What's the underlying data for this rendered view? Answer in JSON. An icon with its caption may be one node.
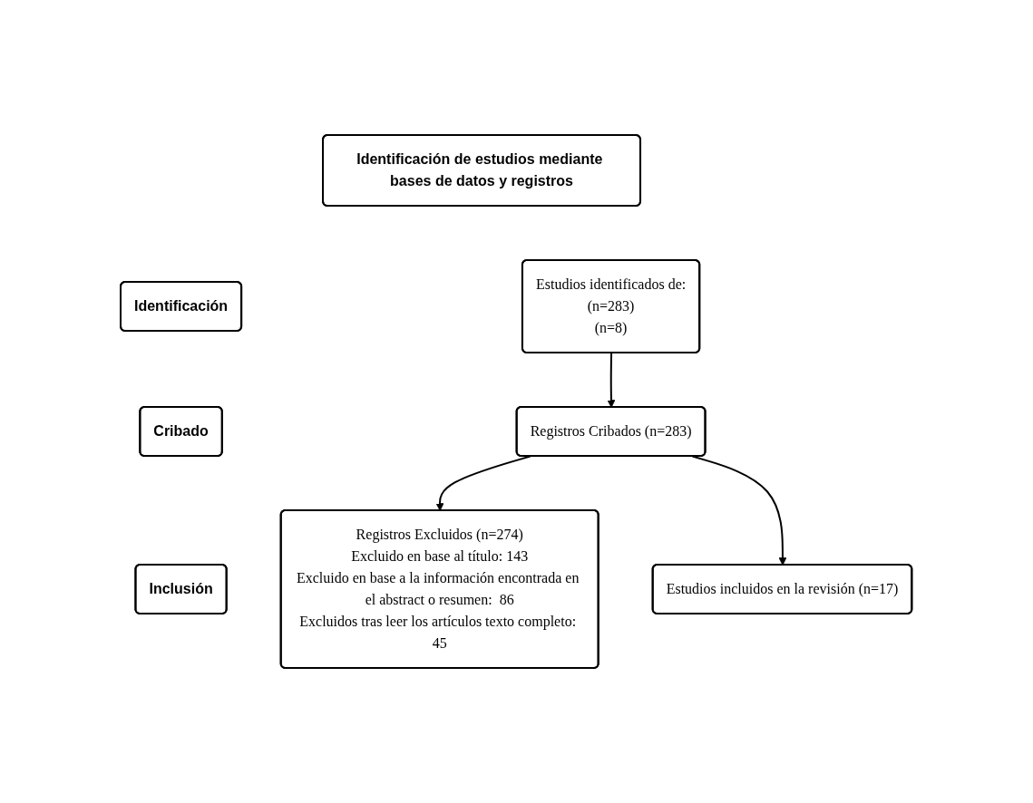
{
  "diagram": {
    "nodes": [
      {
        "text": [
          "Identificación de estudios mediante bases de datos y registros"
        ]
      },
      {
        "text": [
          "Identificación"
        ]
      },
      {
        "text": [
          "Estudios identificados de:",
          "(n=283)",
          "(n=8)"
        ]
      },
      {
        "text": [
          "Cribado"
        ]
      },
      {
        "text": [
          "Registros Cribados (n=283)"
        ]
      },
      {
        "text": [
          "Registros Excluidos (n=274)",
          "Excluido en base al título: 143",
          "Excluido en base a la información encontrada en el abstract o resumen:  86",
          "Excluidos tras leer los artículos texto completo: 45"
        ]
      },
      {
        "text": [
          "Inclusión"
        ]
      },
      {
        "text": [
          "Estudios incluidos en la revisión (n=17)"
        ]
      }
    ],
    "edges": [
      {
        "from": 2,
        "to": 4,
        "arrow": "to"
      },
      {
        "from": 4,
        "to": 5,
        "arrow": "to"
      },
      {
        "from": 4,
        "to": 7,
        "arrow": "to"
      }
    ]
  }
}
